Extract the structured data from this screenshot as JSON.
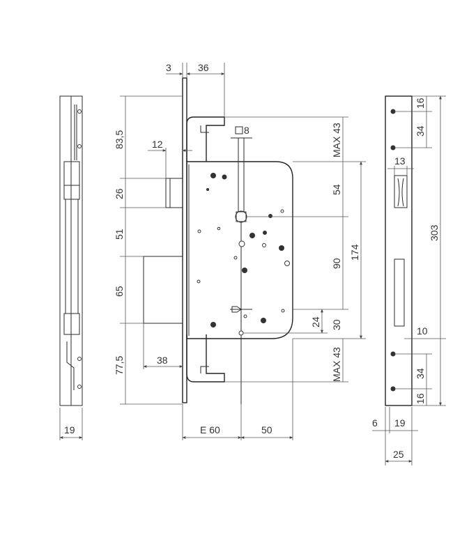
{
  "dimensions": {
    "top_3": "3",
    "top_36": "36",
    "left_83_5": "83,5",
    "left_12": "12",
    "left_26": "26",
    "left_51": "51",
    "left_65": "65",
    "left_77_5": "77,5",
    "bottom_38": "38",
    "square_8": "8",
    "max43_top": "MAX 43",
    "max43_bottom": "MAX 43",
    "r_54": "54",
    "r_90": "90",
    "r_174": "174",
    "r_24": "24",
    "r_30": "30",
    "bottom_e60": "E 60",
    "bottom_50": "50",
    "left_19": "19",
    "fp_16_top": "16",
    "fp_34_top": "34",
    "fp_13": "13",
    "fp_303": "303",
    "fp_10": "10",
    "fp_34_bottom": "34",
    "fp_16_bottom": "16",
    "fp_6": "6",
    "fp_19": "19",
    "fp_25": "25"
  }
}
